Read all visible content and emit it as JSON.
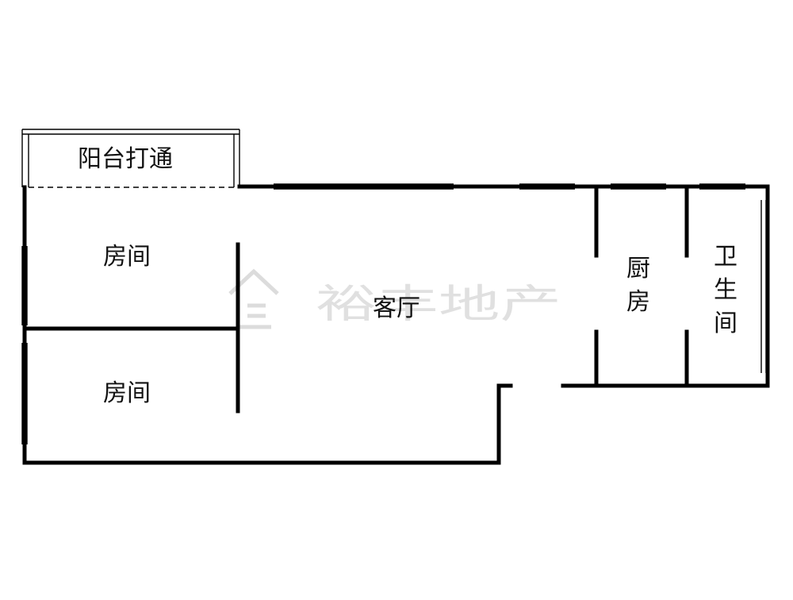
{
  "rooms": {
    "balcony": "阳台打通",
    "bedroom_top": "房间",
    "bedroom_bottom": "房间",
    "living_room": "客厅",
    "kitchen_line1": "厨",
    "kitchen_line2": "房",
    "bathroom_line1": "卫",
    "bathroom_line2": "生",
    "bathroom_line3": "间"
  },
  "watermark": {
    "text": "裕丰地产",
    "color": "#d9d9d9"
  },
  "colors": {
    "wall": "#000000",
    "background": "#ffffff",
    "text": "#111111"
  }
}
